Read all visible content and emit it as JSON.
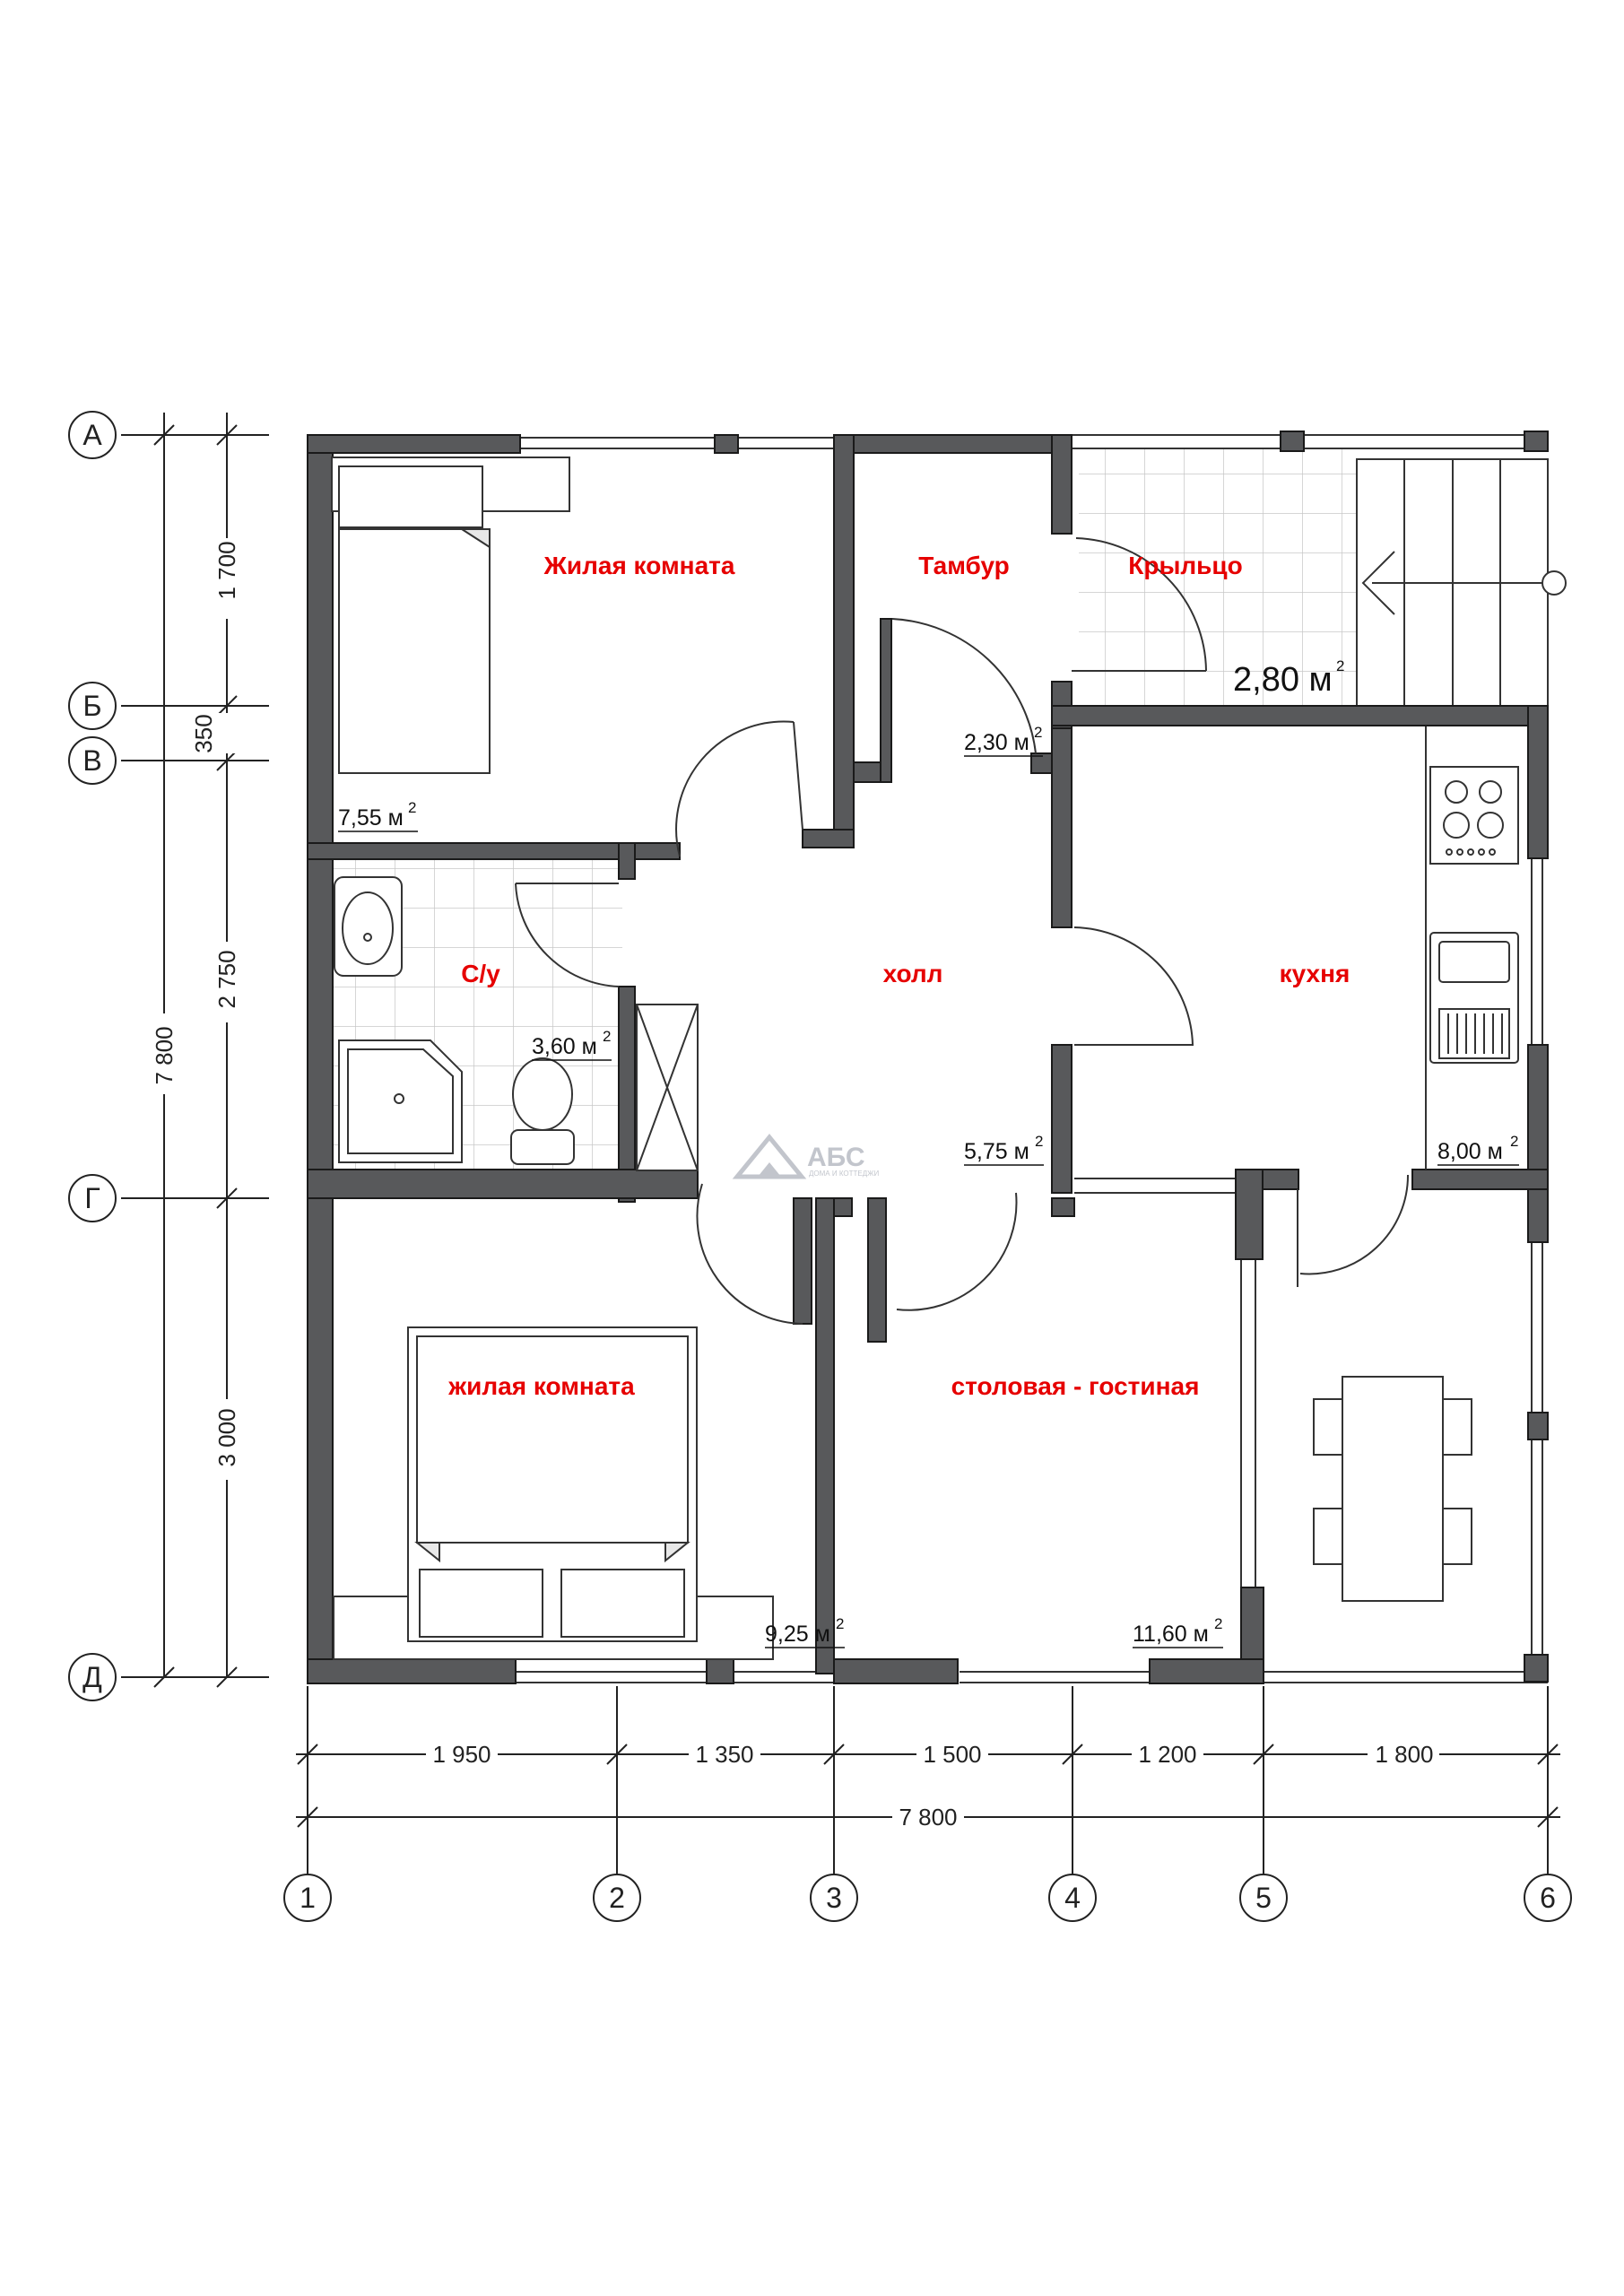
{
  "axes": {
    "rows": [
      "А",
      "Б",
      "В",
      "Г",
      "Д"
    ],
    "columns": [
      "1",
      "2",
      "3",
      "4",
      "5",
      "6"
    ]
  },
  "dimensions": {
    "vertical_segments": [
      "1 700",
      "350",
      "2 750",
      "3 000"
    ],
    "vertical_total": "7 800",
    "horizontal_segments": [
      "1 950",
      "1 350",
      "1 500",
      "1 200",
      "1 800"
    ],
    "horizontal_total": "7 800"
  },
  "rooms": {
    "living_room_1": {
      "name": "Жилая комната",
      "area": "7,55 м",
      "sup": "2"
    },
    "tambour": {
      "name": "Тамбур",
      "area": "2,30 м",
      "sup": "2"
    },
    "porch": {
      "name": "Крыльцо",
      "area": "2,80 м",
      "sup": "2"
    },
    "bathroom": {
      "name": "С/у",
      "area": "3,60 м",
      "sup": "2"
    },
    "hall": {
      "name": "холл",
      "area": "5,75 м",
      "sup": "2"
    },
    "kitchen": {
      "name": "кухня",
      "area": "8,00 м",
      "sup": "2"
    },
    "living_room_2": {
      "name": "жилая комната",
      "area": "9,25 м",
      "sup": "2"
    },
    "dining_living": {
      "name": "столовая - гостиная",
      "area": "11,60 м",
      "sup": "2"
    }
  },
  "logo": {
    "name": "АБС",
    "tagline": "ДОМА И КОТТЕДЖИ"
  },
  "colors": {
    "wall": "#58595b",
    "label": "#e60000",
    "line": "#1a1a1a",
    "tile": "#c8c8c8"
  }
}
